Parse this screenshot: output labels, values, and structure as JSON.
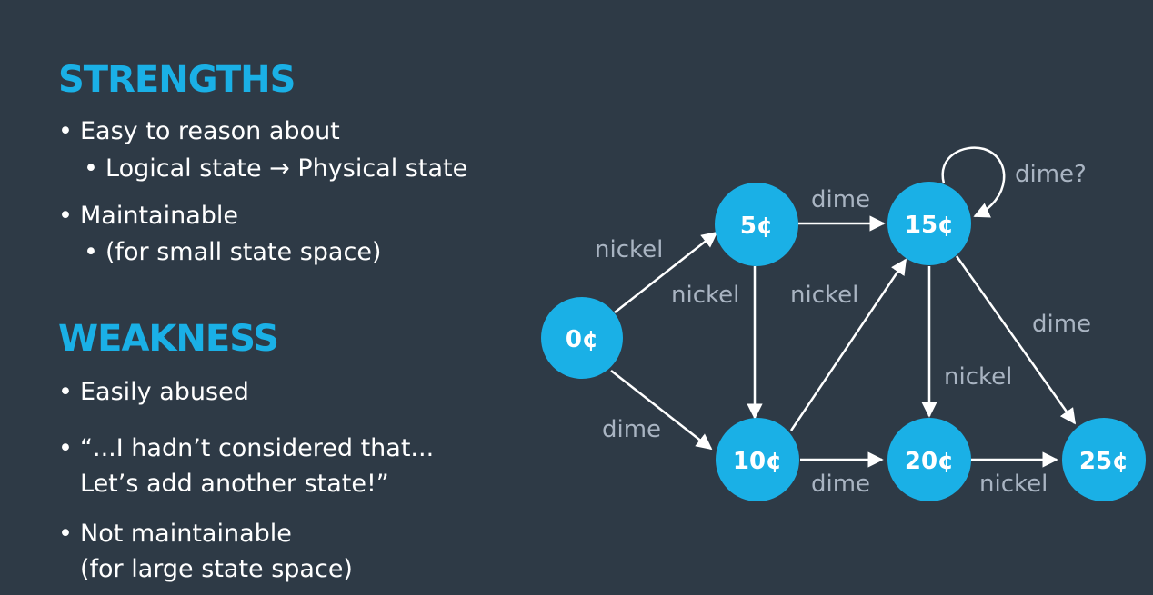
{
  "strengths": {
    "heading": "STRENGTHS",
    "items": [
      {
        "text": "Easy to reason about",
        "level": 1
      },
      {
        "text": "Logical state → Physical state",
        "level": 2
      },
      {
        "text": "Maintainable",
        "level": 1
      },
      {
        "text": "(for small state space)",
        "level": 2
      }
    ]
  },
  "weakness": {
    "heading": "WEAKNESS",
    "items": [
      {
        "text": "Easily abused",
        "level": 1
      },
      {
        "text": "“...I hadn’t considered that...\nLet’s add another state!”",
        "level": 1
      },
      {
        "text": "Not maintainable\n(for large state space)",
        "level": 1
      }
    ]
  },
  "diagram": {
    "states": [
      {
        "id": "s0",
        "label": "0¢"
      },
      {
        "id": "s5",
        "label": "5¢"
      },
      {
        "id": "s10",
        "label": "10¢"
      },
      {
        "id": "s15",
        "label": "15¢"
      },
      {
        "id": "s20",
        "label": "20¢"
      },
      {
        "id": "s25",
        "label": "25¢"
      }
    ],
    "transitions": [
      {
        "from": "s0",
        "to": "s5",
        "label": "nickel"
      },
      {
        "from": "s0",
        "to": "s10",
        "label": "dime"
      },
      {
        "from": "s5",
        "to": "s15",
        "label": "dime"
      },
      {
        "from": "s5",
        "to": "s10",
        "label": "nickel"
      },
      {
        "from": "s10",
        "to": "s15",
        "label": "nickel"
      },
      {
        "from": "s10",
        "to": "s20",
        "label": "dime"
      },
      {
        "from": "s15",
        "to": "s15",
        "label": "dime?"
      },
      {
        "from": "s15",
        "to": "s20",
        "label": "nickel"
      },
      {
        "from": "s15",
        "to": "s25",
        "label": "dime"
      },
      {
        "from": "s20",
        "to": "s25",
        "label": "nickel"
      }
    ],
    "colors": {
      "node_fill": "#1ab0e6",
      "node_text": "#ffffff",
      "edge": "#ffffff",
      "edge_label": "#a9b4c2",
      "heading": "#1ab0e6",
      "background": "#2e3a46"
    }
  }
}
